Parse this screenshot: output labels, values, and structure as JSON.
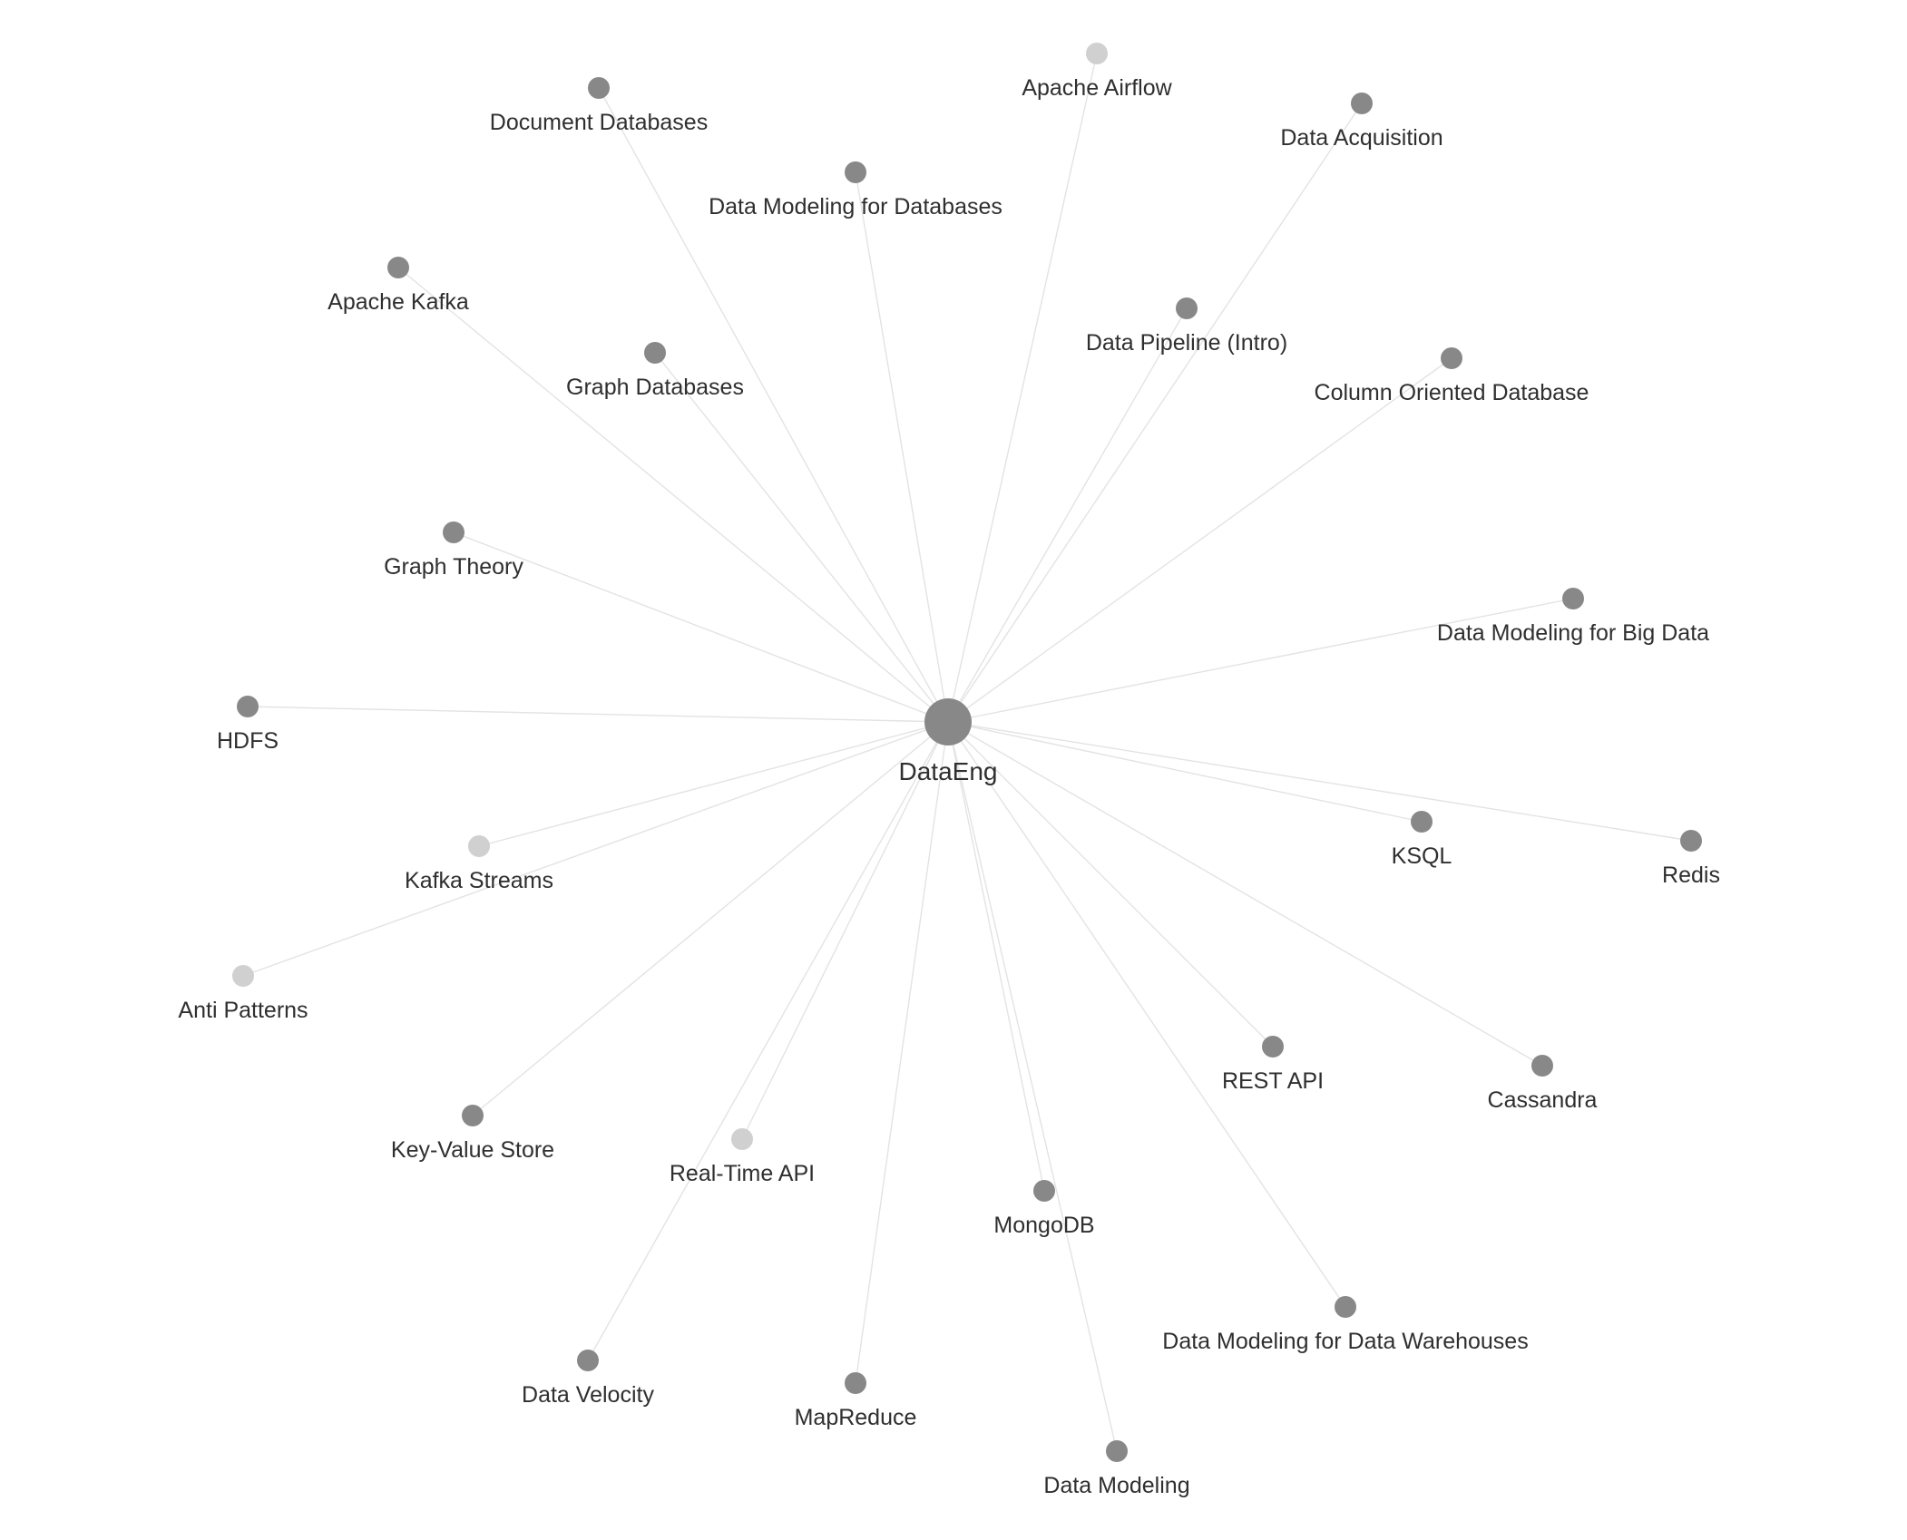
{
  "graph": {
    "center": {
      "id": "DataEng",
      "label": "DataEng"
    },
    "colors": {
      "node_resolved": "#888888",
      "node_unresolved": "#d0d0d0",
      "edge": "#e3e3e3",
      "label": "#2f2f2f",
      "background": "#ffffff"
    },
    "nodes": [
      {
        "id": "apache-airflow",
        "label": "Apache Airflow",
        "resolved": false
      },
      {
        "id": "document-databases",
        "label": "Document Databases",
        "resolved": true
      },
      {
        "id": "data-acquisition",
        "label": "Data Acquisition",
        "resolved": true
      },
      {
        "id": "data-modeling-for-databases",
        "label": "Data Modeling for Databases",
        "resolved": true
      },
      {
        "id": "apache-kafka",
        "label": "Apache Kafka",
        "resolved": true
      },
      {
        "id": "data-pipeline-intro",
        "label": "Data Pipeline (Intro)",
        "resolved": true
      },
      {
        "id": "graph-databases",
        "label": "Graph Databases",
        "resolved": true
      },
      {
        "id": "column-oriented-database",
        "label": "Column Oriented Database",
        "resolved": true
      },
      {
        "id": "graph-theory",
        "label": "Graph Theory",
        "resolved": true
      },
      {
        "id": "data-modeling-for-big-data",
        "label": "Data Modeling for Big Data",
        "resolved": true
      },
      {
        "id": "hdfs",
        "label": "HDFS",
        "resolved": true
      },
      {
        "id": "ksql",
        "label": "KSQL",
        "resolved": true
      },
      {
        "id": "redis",
        "label": "Redis",
        "resolved": true
      },
      {
        "id": "kafka-streams",
        "label": "Kafka Streams",
        "resolved": false
      },
      {
        "id": "anti-patterns",
        "label": "Anti Patterns",
        "resolved": false
      },
      {
        "id": "rest-api",
        "label": "REST API",
        "resolved": true
      },
      {
        "id": "cassandra",
        "label": "Cassandra",
        "resolved": true
      },
      {
        "id": "key-value-store",
        "label": "Key-Value Store",
        "resolved": true
      },
      {
        "id": "real-time-api",
        "label": "Real-Time API",
        "resolved": false
      },
      {
        "id": "mongodb",
        "label": "MongoDB",
        "resolved": true
      },
      {
        "id": "data-modeling-for-data-warehouses",
        "label": "Data Modeling for Data Warehouses",
        "resolved": true
      },
      {
        "id": "data-velocity",
        "label": "Data Velocity",
        "resolved": true
      },
      {
        "id": "mapreduce",
        "label": "MapReduce",
        "resolved": true
      },
      {
        "id": "data-modeling",
        "label": "Data Modeling",
        "resolved": true
      }
    ]
  }
}
